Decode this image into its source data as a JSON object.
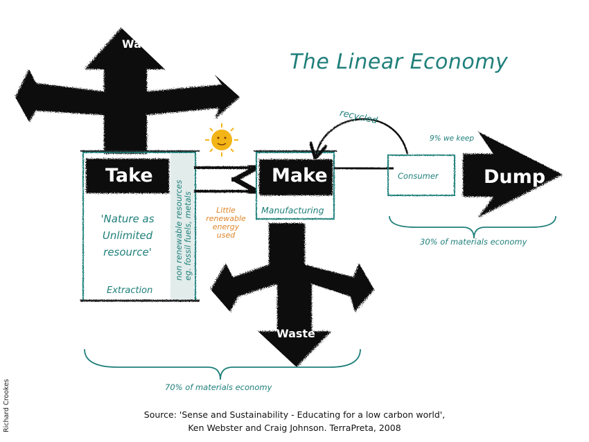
{
  "title": "The Linear Economy",
  "stages": {
    "take": "Take",
    "make": "Make",
    "dump": "Dump",
    "consumer": "Consumer"
  },
  "waste_top": "Waste",
  "waste_bottom": "Waste",
  "nature": [
    "'Nature as",
    "Unlimited",
    "resource'"
  ],
  "extraction": "Extraction",
  "resources": [
    "non renewable resources",
    "eg. fossil fuels, metals"
  ],
  "manufacturing": "Manufacturing",
  "energy": [
    "Little",
    "renewable",
    "energy",
    "used"
  ],
  "recycled": "recycled",
  "keep": "9% we keep",
  "consumer_share": "30% of materials economy",
  "extraction_share": "70% of materials economy",
  "source": [
    "Source: 'Sense and Sustainability - Educating for a low carbon world',",
    "Ken Webster and Craig Johnson. TerraPreta, 2008"
  ],
  "credit": "Richard Crookes",
  "colors": {
    "teal": "#1f7f7a",
    "ink": "#111111",
    "orange": "#e0862a",
    "sun": "#f2b417"
  }
}
